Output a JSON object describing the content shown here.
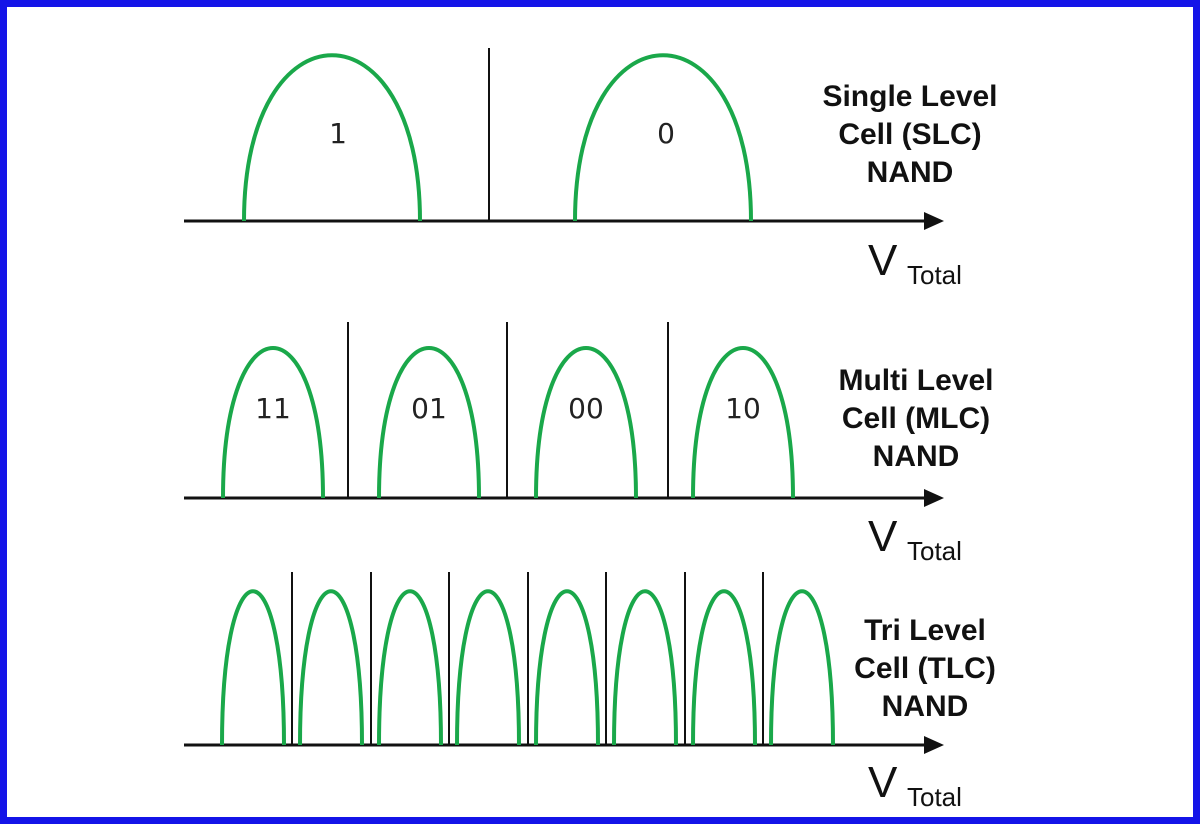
{
  "colors": {
    "border": "#1414e8",
    "curve": "#1aa84a",
    "axis": "#111111"
  },
  "panels": [
    {
      "key": "slc",
      "label_lines": [
        "Single Level",
        "Cell (SLC)",
        "NAND"
      ],
      "axis_symbol": "V",
      "axis_subscript": "Total",
      "states": [
        "1",
        "0"
      ]
    },
    {
      "key": "mlc",
      "label_lines": [
        "Multi Level",
        "Cell (MLC)",
        "NAND"
      ],
      "axis_symbol": "V",
      "axis_subscript": "Total",
      "states": [
        "11",
        "01",
        "00",
        "10"
      ]
    },
    {
      "key": "tlc",
      "label_lines": [
        "Tri Level",
        "Cell (TLC)",
        "NAND"
      ],
      "axis_symbol": "V",
      "axis_subscript": "Total",
      "states": [
        "",
        "",
        "",
        "",
        "",
        "",
        "",
        ""
      ]
    }
  ]
}
